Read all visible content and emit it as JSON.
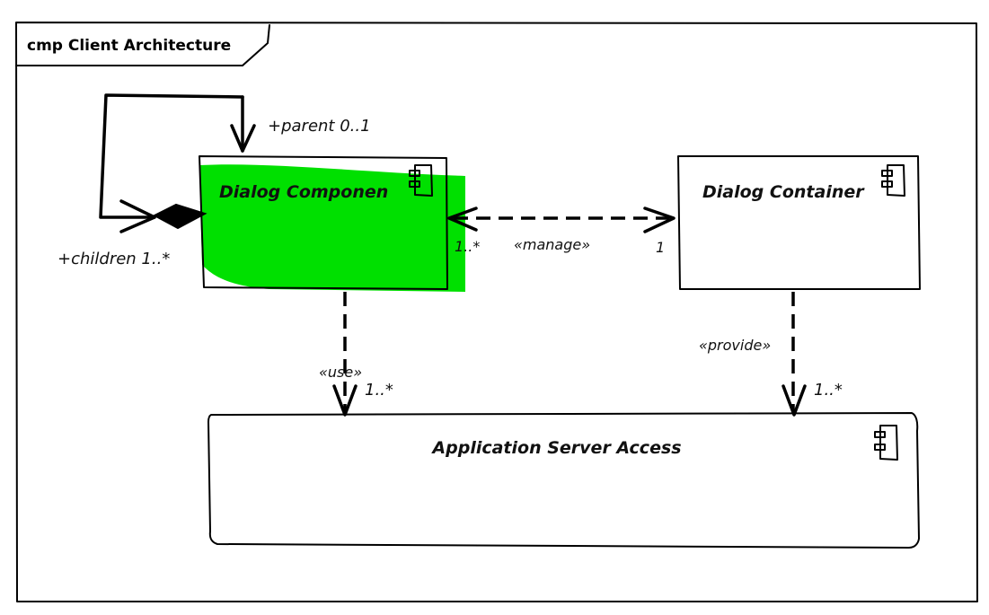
{
  "frame": {
    "title": "cmp Client Architecture"
  },
  "components": {
    "dialog_component": {
      "name": "Dialog Componen",
      "highlight_color": "#00e000"
    },
    "dialog_container": {
      "name": "Dialog Container"
    },
    "app_server_access": {
      "name": "Application Server Access"
    }
  },
  "relations": {
    "self_aggregation": {
      "parent_label": "+parent 0..1",
      "children_label": "+children 1..*"
    },
    "manage": {
      "stereotype": "«manage»",
      "source_multiplicity": "1..*",
      "target_multiplicity": "1"
    },
    "use": {
      "stereotype": "«use»",
      "multiplicity": "1..*"
    },
    "provide": {
      "stereotype": "«provide»",
      "multiplicity": "1..*"
    }
  },
  "icons": {
    "component_icon": "uml-component-icon"
  }
}
